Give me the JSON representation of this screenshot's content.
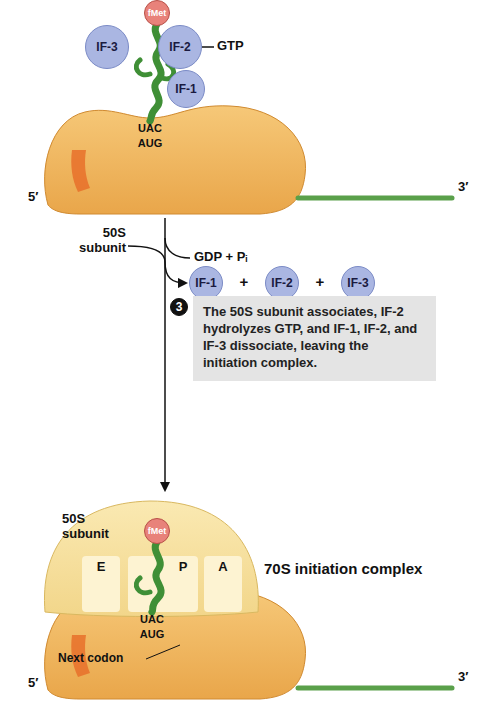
{
  "diagram": {
    "nodes": [
      {
        "text": [
          "fMet"
        ]
      },
      {
        "text": [
          "IF-3"
        ]
      },
      {
        "text": [
          "IF-2"
        ]
      },
      {
        "text": [
          "IF-1"
        ]
      },
      {
        "text": [
          "IF-1"
        ]
      },
      {
        "text": [
          "IF-2"
        ]
      },
      {
        "text": [
          "IF-3"
        ]
      },
      {
        "text": [
          "3"
        ]
      },
      {
        "text": [
          "The 50S subunit associates, IF-2 hydrolyzes GTP, and IF-1, IF-2, and IF-3 dissociate, leaving the initiation complex."
        ]
      },
      {
        "text": [
          "fMet"
        ]
      }
    ],
    "labels": [
      "GTP",
      "UAC",
      "AUG",
      "5′",
      "3′",
      "50S subunit",
      "GDP + Pᵢ",
      "+",
      "+",
      "50S subunit",
      "E",
      "P",
      "A",
      "70S initiation complex",
      "UAC",
      "AUG",
      "Next codon",
      "5′",
      "3′"
    ]
  }
}
